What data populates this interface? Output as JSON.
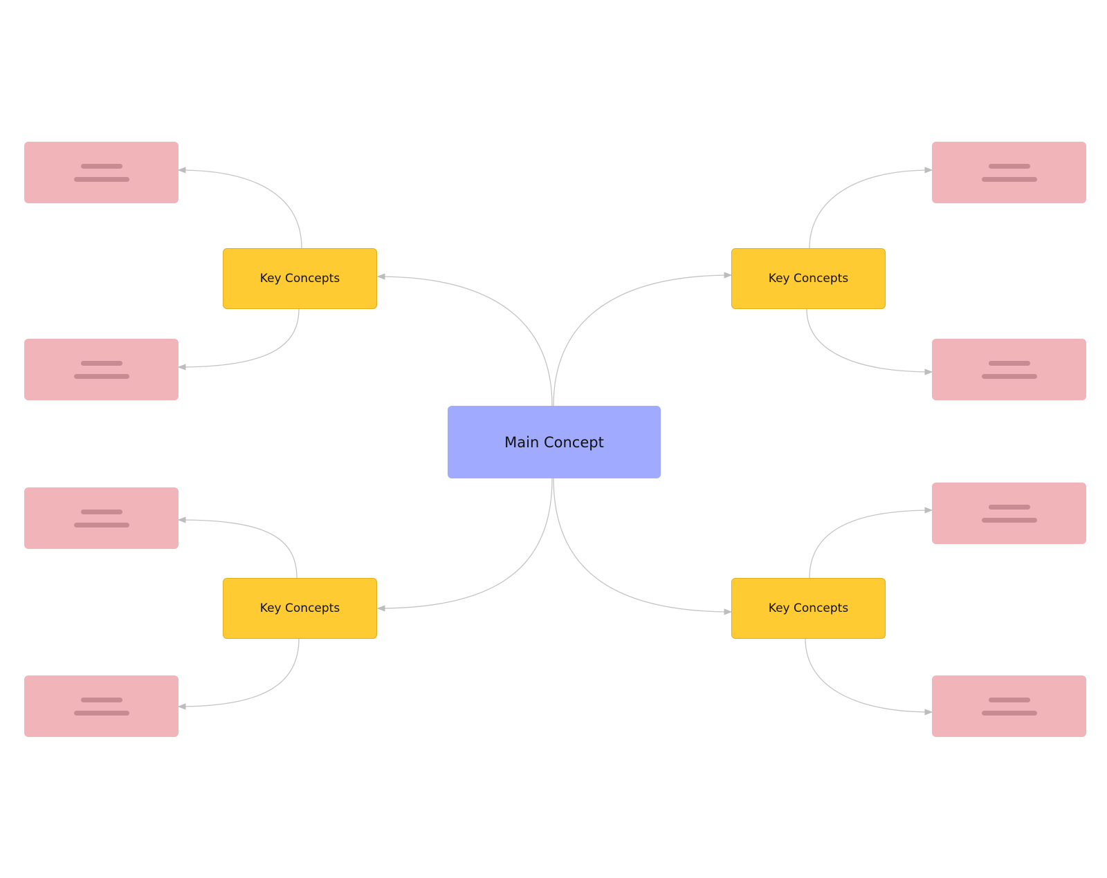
{
  "diagram": {
    "type": "mind-map",
    "main_node": {
      "label": "Main Concept",
      "color": "#a0aaff"
    },
    "branches": [
      {
        "label": "Key Concepts",
        "position": "top-left",
        "color": "#fecb33",
        "children": 2
      },
      {
        "label": "Key Concepts",
        "position": "top-right",
        "color": "#fecb33",
        "children": 2
      },
      {
        "label": "Key Concepts",
        "position": "bottom-left",
        "color": "#fecb33",
        "children": 2
      },
      {
        "label": "Key Concepts",
        "position": "bottom-right",
        "color": "#fecb33",
        "children": 2
      }
    ],
    "leaf_color": "#f0b4b9",
    "leaf_placeholder_color": "#c88b92",
    "connector_color": "#c4c4c4"
  }
}
